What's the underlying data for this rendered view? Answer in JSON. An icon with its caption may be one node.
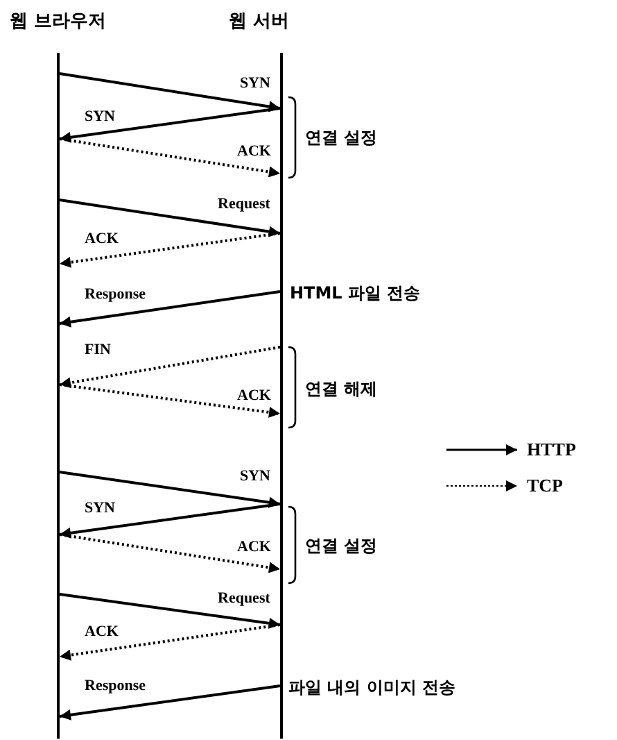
{
  "diagram": {
    "nodes": [
      {
        "text": [
          "웹 브라우저"
        ]
      },
      {
        "text": [
          "웹 서버"
        ]
      }
    ],
    "edges": [
      {
        "from": 0,
        "to": 1,
        "arrow": "to",
        "label": "SYN"
      },
      {
        "from": 1,
        "to": 0,
        "arrow": "to",
        "label": "SYN"
      },
      {
        "from": 0,
        "to": 1,
        "arrow": "to",
        "label": "ACK",
        "style": "dashed"
      },
      {
        "from": 0,
        "to": 1,
        "arrow": "to",
        "label": "Request"
      },
      {
        "from": 1,
        "to": 0,
        "arrow": "to",
        "label": "ACK",
        "style": "dashed"
      },
      {
        "from": 1,
        "to": 0,
        "arrow": "to",
        "label": "Response"
      },
      {
        "from": 1,
        "to": 0,
        "arrow": "to",
        "label": "FIN",
        "style": "dashed"
      },
      {
        "from": 0,
        "to": 1,
        "arrow": "to",
        "label": "ACK",
        "style": "dashed"
      },
      {
        "from": 0,
        "to": 1,
        "arrow": "to",
        "label": "SYN"
      },
      {
        "from": 1,
        "to": 0,
        "arrow": "to",
        "label": "SYN"
      },
      {
        "from": 0,
        "to": 1,
        "arrow": "to",
        "label": "ACK",
        "style": "dashed"
      },
      {
        "from": 0,
        "to": 1,
        "arrow": "to",
        "label": "Request"
      },
      {
        "from": 1,
        "to": 0,
        "arrow": "to",
        "label": "ACK",
        "style": "dashed"
      },
      {
        "from": 1,
        "to": 0,
        "arrow": "to",
        "label": "Response"
      }
    ],
    "labels": [
      "연결 설정",
      "HTML 파일 전송",
      "연결 해제",
      "연결 설정",
      "파일 내의 이미지 전송"
    ],
    "legend": [
      {
        "text": "HTTP"
      },
      {
        "text": "TCP"
      }
    ]
  }
}
